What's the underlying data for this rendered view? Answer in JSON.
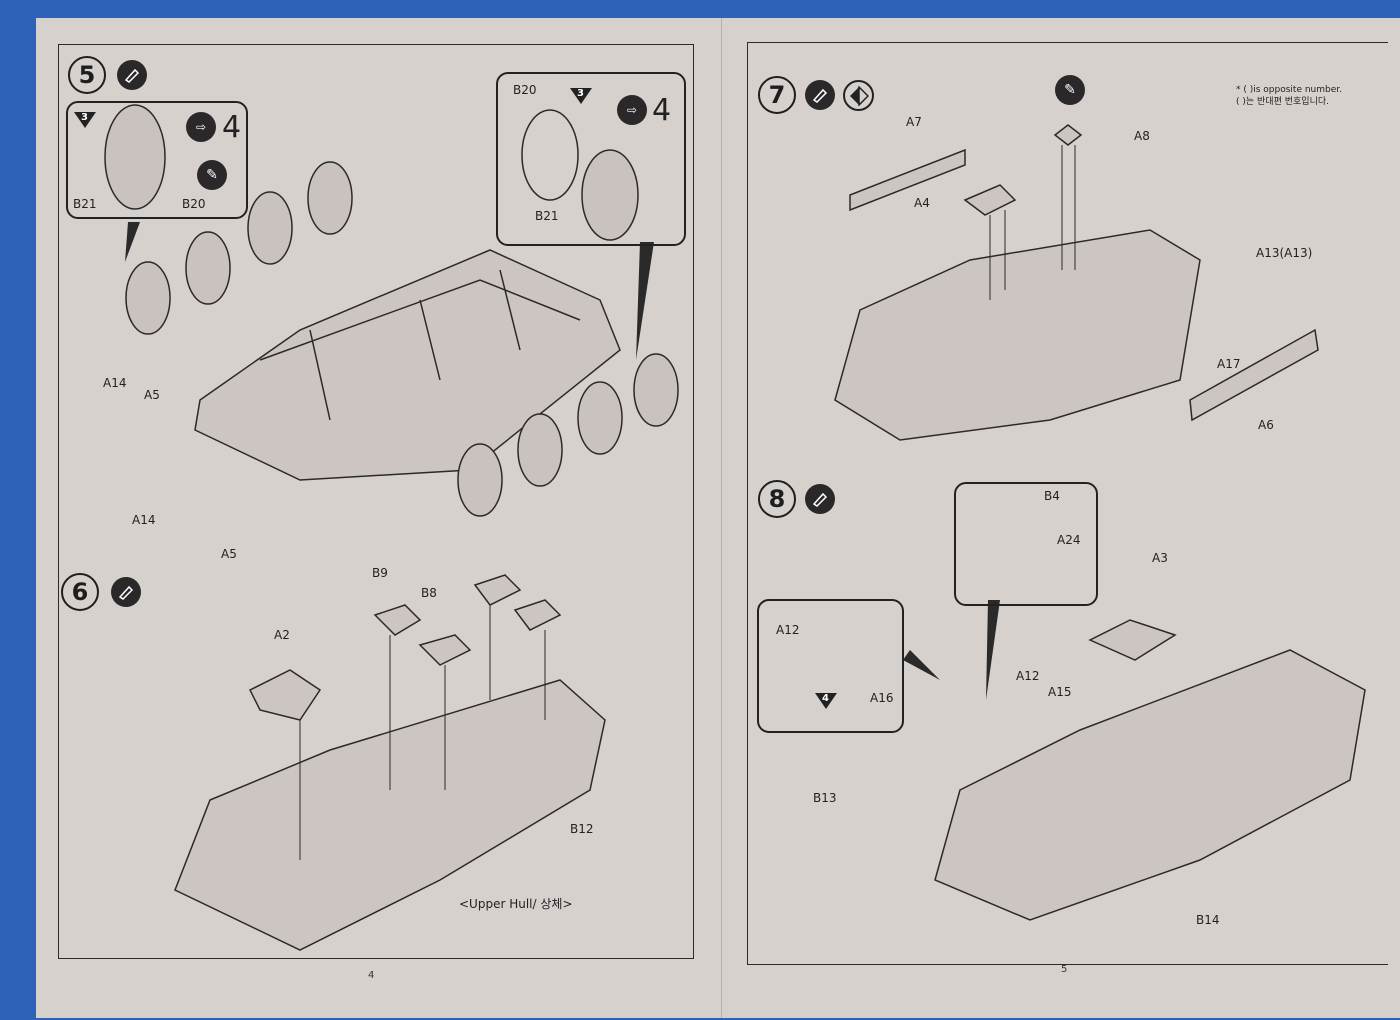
{
  "document": {
    "type": "model kit assembly instructions",
    "pages": [
      {
        "number": "4",
        "steps": [
          "5",
          "6"
        ]
      },
      {
        "number": "5",
        "steps": [
          "7",
          "8"
        ]
      }
    ]
  },
  "note": {
    "en": "* ( )is opposite number.",
    "ko": "( )는 반대편 번호입니다."
  },
  "steps": {
    "s5": {
      "number": "5",
      "icons": [
        "glue-icon"
      ],
      "detail_left": {
        "triangle": "3",
        "repeat": "4",
        "labels": [
          "B21",
          "B20"
        ],
        "icons": [
          "knife-icon",
          "repeat-icon"
        ]
      },
      "detail_right": {
        "triangle": "3",
        "repeat": "4",
        "labels": [
          "B20",
          "B21"
        ],
        "icons": [
          "repeat-icon"
        ]
      },
      "labels": [
        "A14",
        "A5",
        "A14",
        "A5"
      ]
    },
    "s6": {
      "number": "6",
      "icons": [
        "glue-icon"
      ],
      "labels": [
        "A2",
        "B9",
        "B8",
        "B12"
      ],
      "caption": "<Upper Hull/ 상체>"
    },
    "s7": {
      "number": "7",
      "icons": [
        "glue-icon",
        "paint-icon",
        "knife-icon"
      ],
      "labels": [
        "A7",
        "A4",
        "A8",
        "A13(A13)",
        "A17",
        "A6"
      ]
    },
    "s8": {
      "number": "8",
      "icons": [
        "glue-icon"
      ],
      "detail_top": {
        "labels": [
          "B4",
          "A24"
        ]
      },
      "detail_left": {
        "triangle": "4",
        "labels": [
          "A12",
          "A16"
        ]
      },
      "labels": [
        "A3",
        "A12",
        "A15",
        "B13",
        "B14"
      ]
    }
  },
  "colors": {
    "background": "#2d62b8",
    "paper": "#d7d1ce",
    "ink": "#222222"
  }
}
